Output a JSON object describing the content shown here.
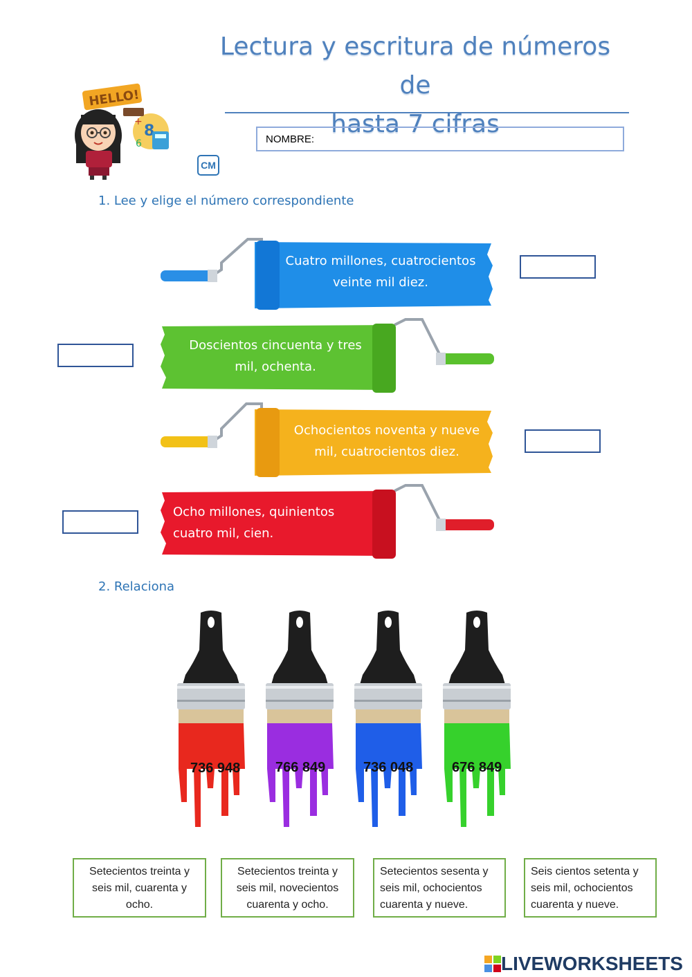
{
  "header": {
    "title_line1": "Lectura y escritura de números de",
    "title_line2": "hasta 7 cifras",
    "name_label": "NOMBRE:",
    "hello_text": "HELLO!",
    "cm_logo_text": "CM"
  },
  "section1": {
    "heading": "1.  Lee y elige el número correspondiente",
    "rollers": [
      {
        "line1": "Cuatro millones, cuatrocientos",
        "line2": "veinte mil diez.",
        "color": "#1f8ee8"
      },
      {
        "line1": "Doscientos cincuenta y tres",
        "line2": "mil, ochenta.",
        "color": "#5dc232"
      },
      {
        "line1": "Ochocientos noventa y nueve",
        "line2": "mil, cuatrocientos diez.",
        "color": "#f5b21d"
      },
      {
        "line1": "Ocho millones, quinientos",
        "line2": "cuatro mil, cien.",
        "color": "#e8192c"
      }
    ]
  },
  "section2": {
    "heading": "2.  Relaciona",
    "brushes": [
      {
        "number": "736 948",
        "color": "#e8281e"
      },
      {
        "number": "766 849",
        "color": "#9a2de0"
      },
      {
        "number": "736 048",
        "color": "#1f5ee8"
      },
      {
        "number": "676 849",
        "color": "#36d12c"
      }
    ],
    "descriptions": [
      {
        "l1": "Setecientos treinta y",
        "l2": "seis mil, cuarenta y",
        "l3": "ocho."
      },
      {
        "l1": "Setecientos treinta y",
        "l2": "seis mil, novecientos",
        "l3": "cuarenta y ocho."
      },
      {
        "l1": "Setecientos sesenta y",
        "l2": "seis mil, ochocientos",
        "l3": "cuarenta y nueve."
      },
      {
        "l1": "Seis cientos setenta y",
        "l2": "seis mil, ochocientos",
        "l3": "cuarenta y nueve."
      }
    ]
  },
  "footer": {
    "brand": "LIVEWORKSHEETS"
  }
}
